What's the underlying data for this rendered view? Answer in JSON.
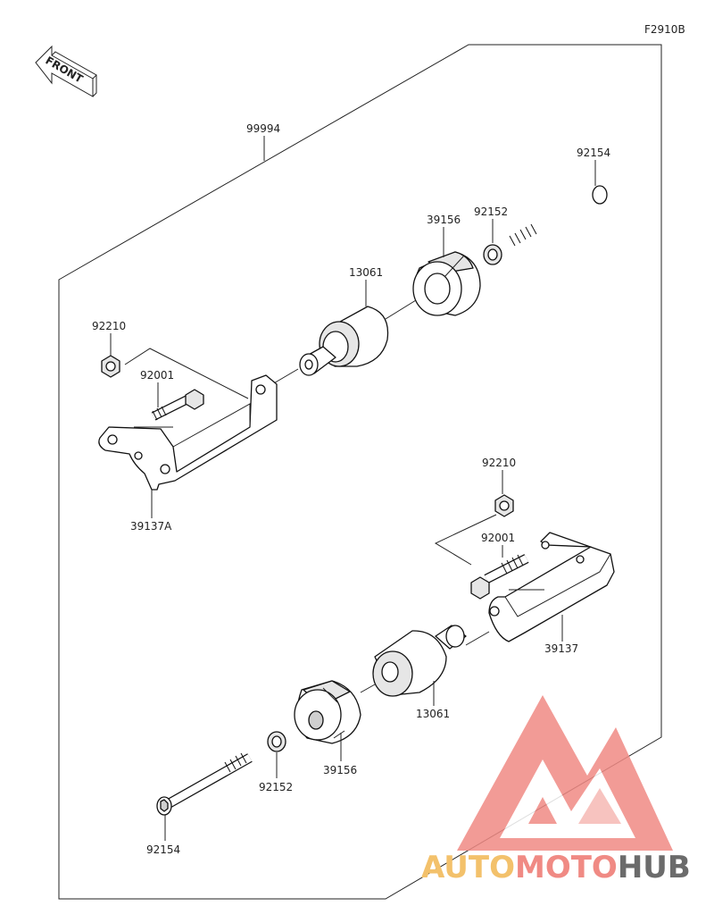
{
  "figure_code": "F2910B",
  "front_label": "FRONT",
  "parts": {
    "kit": "99994",
    "bolt_left": "92154",
    "washer_left": "92152",
    "cap_left": "39156",
    "spacer_left": "13061",
    "nut_left": "92210",
    "screw_left": "92001",
    "bracket_left": "39137A",
    "nut_right": "92210",
    "screw_right": "92001",
    "bracket_right": "39137",
    "spacer_right": "13061",
    "cap_right": "39156",
    "washer_right": "92152",
    "bolt_right": "92154"
  },
  "watermark": {
    "brand_part1": "AUTO",
    "brand_part2": "MOTO",
    "brand_part3": "HUB",
    "color_part1": "#f3c16b",
    "color_part2": "#f08a84",
    "color_part3": "#6b6b6b",
    "logo_color": "#f08a84"
  }
}
